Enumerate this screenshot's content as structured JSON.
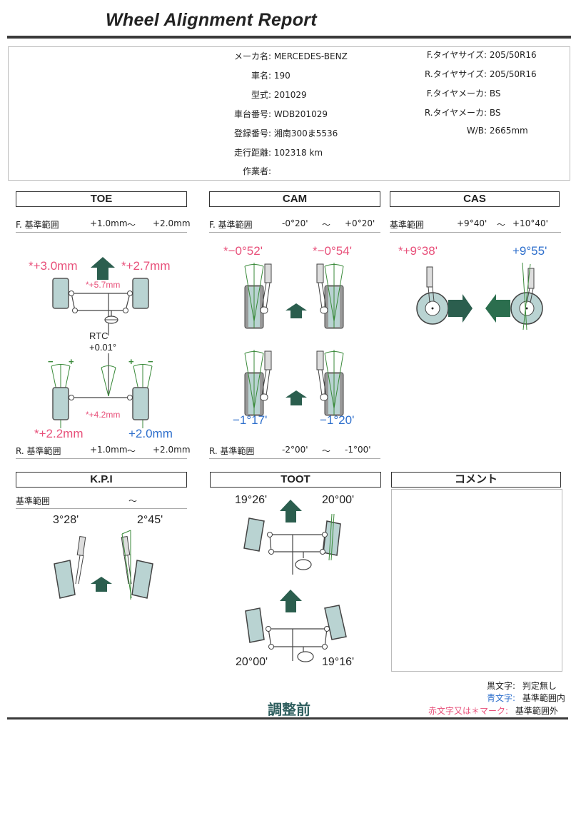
{
  "report": {
    "title": "Wheel  Alignment Report",
    "stage_label": "調整前"
  },
  "vehicle_info": {
    "left": [
      {
        "label": "メーカ名:",
        "value": "MERCEDES-BENZ"
      },
      {
        "label": "車名:",
        "value": "190"
      },
      {
        "label": "型式:",
        "value": "201029"
      },
      {
        "label": "車台番号:",
        "value": "WDB201029"
      },
      {
        "label": "登録番号:",
        "value": "湘南300ま5536"
      },
      {
        "label": "走行距離:",
        "value": "102318 km"
      },
      {
        "label": "作業者:",
        "value": ""
      }
    ],
    "right": [
      {
        "label": "F.タイヤサイズ:",
        "value": "205/50R16"
      },
      {
        "label": "R.タイヤサイズ:",
        "value": "205/50R16"
      },
      {
        "label": "F.タイヤメーカ:",
        "value": "BS"
      },
      {
        "label": "R.タイヤメーカ:",
        "value": "BS"
      },
      {
        "label": "W/B:",
        "value": "2665mm"
      }
    ]
  },
  "toe": {
    "heading": "TOE",
    "front_range": {
      "label": "F. 基準範囲",
      "min": "+1.0mm",
      "sep": "～",
      "max": "+2.0mm"
    },
    "rear_range": {
      "label": "R. 基準範囲",
      "min": "+1.0mm",
      "sep": "～",
      "max": "+2.0mm"
    },
    "front_left": "*+3.0mm",
    "front_right": "*+2.7mm",
    "front_total": "*+5.7mm",
    "rtc_label": "RTC",
    "rtc_value": "+0.01°",
    "rear_left": "*+2.2mm",
    "rear_right": "+2.0mm",
    "rear_total": "*+4.2mm",
    "plus": "+",
    "minus": "−"
  },
  "camber": {
    "heading": "CAM",
    "front_range": {
      "label": "F. 基準範囲",
      "min": "-0°20'",
      "sep": "～",
      "max": "+0°20'"
    },
    "rear_range": {
      "label": "R. 基準範囲",
      "min": "-2°00'",
      "sep": "～",
      "max": "-1°00'"
    },
    "front_left": "*−0°52'",
    "front_right": "*−0°54'",
    "rear_left": "−1°17'",
    "rear_right": "−1°20'"
  },
  "caster": {
    "heading": "CAS",
    "range": {
      "label": "基準範囲",
      "min": "+9°40'",
      "sep": "～",
      "max": "+10°40'"
    },
    "left": "*+9°38'",
    "right": "+9°55'"
  },
  "kpi": {
    "heading": "K.P.I",
    "range": {
      "label": "基準範囲",
      "sep": "～"
    },
    "left": "3°28'",
    "right": "2°45'"
  },
  "toot": {
    "heading": "TOOT",
    "top_left": "19°26'",
    "top_right": "20°00'",
    "bottom_left": "20°00'",
    "bottom_right": "19°16'"
  },
  "comment": {
    "heading": "コメント",
    "text": ""
  },
  "legend": [
    {
      "key": "黒文字:",
      "desc": "判定無し",
      "color": "#222222"
    },
    {
      "key": "青文字:",
      "desc": "基準範囲内",
      "color": "#2e6fcc"
    },
    {
      "key": "赤文字又は＊マーク:",
      "desc": "基準範囲外",
      "color": "#e8507a"
    }
  ],
  "colors": {
    "out_of_range": "#e8507a",
    "in_range": "#2e6fcc",
    "arrow": "#2b5e4e",
    "tire_fill": "#b9d3d2",
    "guide_line": "#3a8a3a",
    "stage_label": "#2f5f5f"
  }
}
